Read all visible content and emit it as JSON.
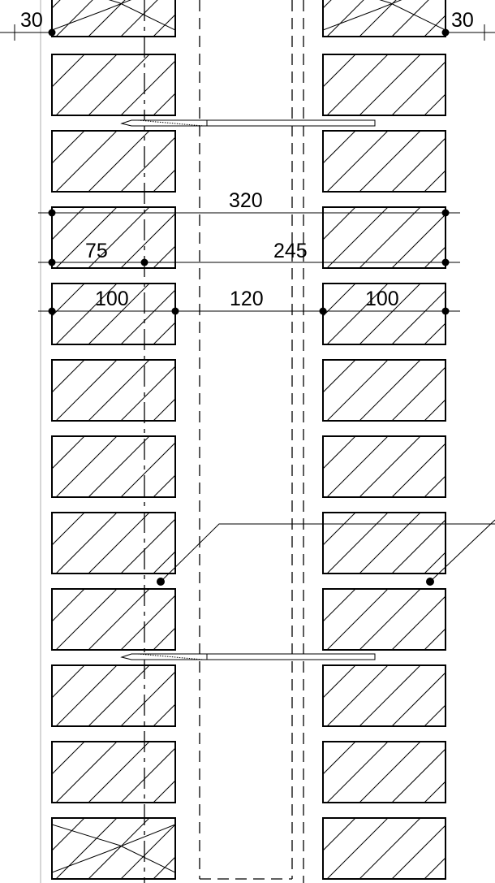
{
  "drawing": {
    "dimensions": {
      "left_edge": "30",
      "right_edge": "30",
      "total_width": "320",
      "left_offset": "75",
      "right_offset": "245",
      "left_leaf": "100",
      "cavity": "120",
      "right_leaf": "100"
    },
    "brick_count_per_leaf": 12,
    "colors": {
      "line": "#000000",
      "background": "#ffffff"
    }
  }
}
